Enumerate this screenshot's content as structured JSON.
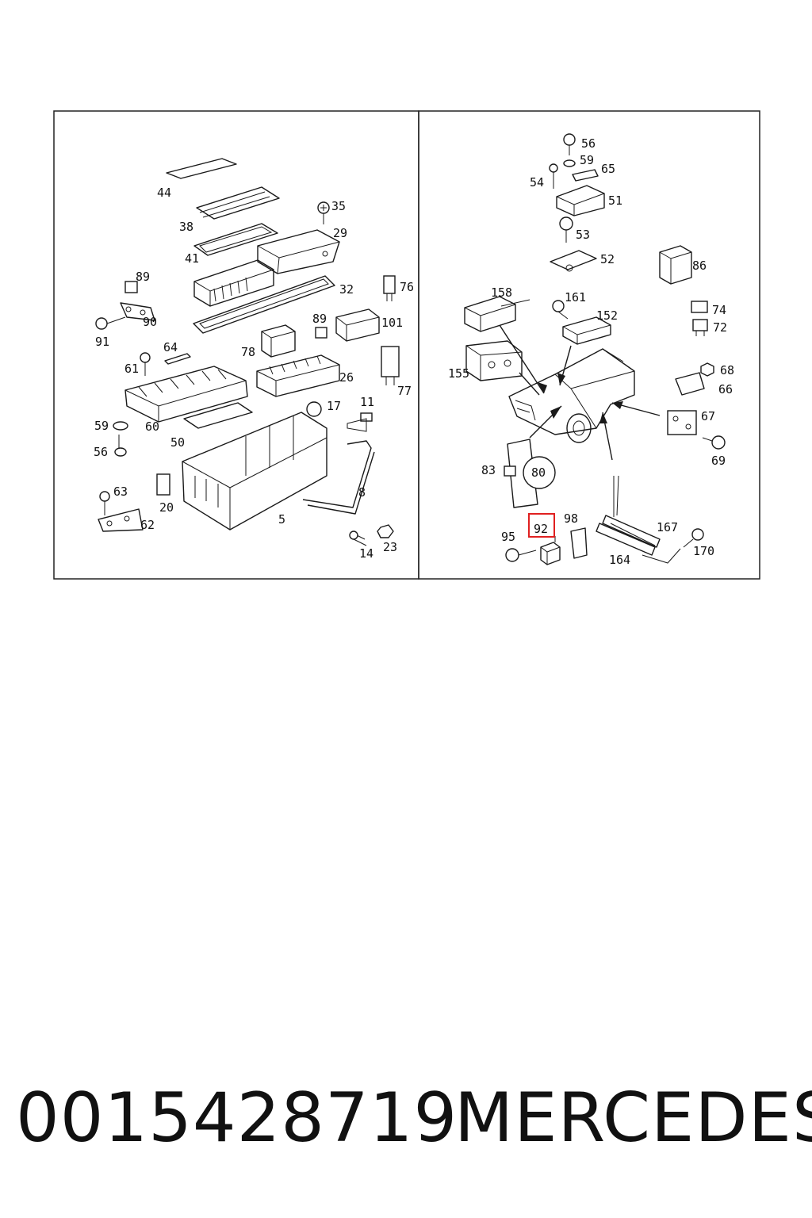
{
  "diagram": {
    "left_labels": [
      "44",
      "35",
      "38",
      "29",
      "41",
      "32",
      "89",
      "76",
      "90",
      "101",
      "91",
      "64",
      "78",
      "89",
      "61",
      "26",
      "77",
      "17",
      "11",
      "59",
      "60",
      "50",
      "56",
      "8",
      "63",
      "20",
      "62",
      "5",
      "14",
      "23"
    ],
    "right_labels": [
      "56",
      "59",
      "65",
      "54",
      "51",
      "53",
      "52",
      "86",
      "158",
      "161",
      "152",
      "74",
      "72",
      "155",
      "68",
      "66",
      "67",
      "69",
      "83",
      "80",
      "98",
      "167",
      "95",
      "92",
      "170",
      "164"
    ],
    "highlight": {
      "label": "92",
      "color": "#e02020"
    }
  },
  "caption": {
    "part_number": "0015428719",
    "brand": "MERCEDES"
  }
}
